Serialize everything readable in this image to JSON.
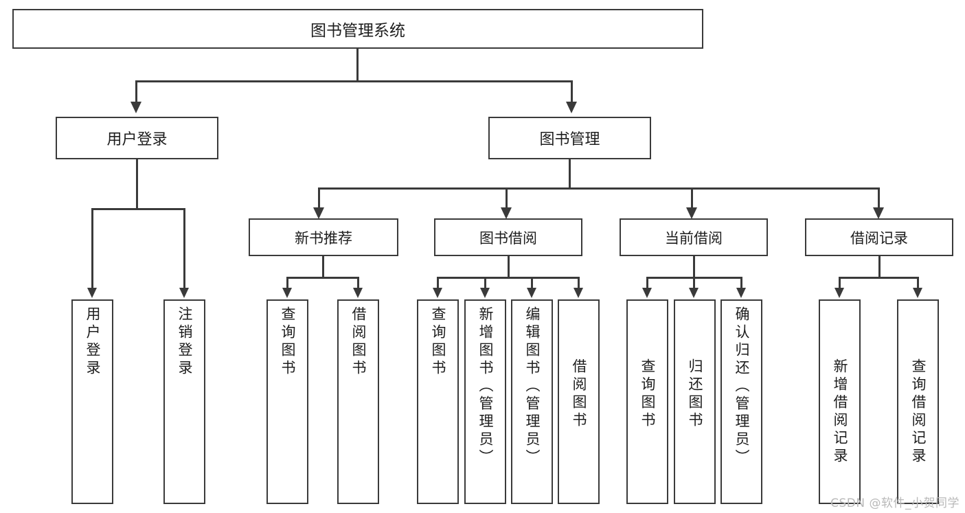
{
  "diagram": {
    "title": "图书管理系统",
    "type": "tree-hierarchy",
    "root": {
      "label": "图书管理系统"
    },
    "level2": [
      {
        "label": "用户登录"
      },
      {
        "label": "图书管理"
      }
    ],
    "level3": [
      {
        "label": "新书推荐"
      },
      {
        "label": "图书借阅"
      },
      {
        "label": "当前借阅"
      },
      {
        "label": "借阅记录"
      }
    ],
    "leaves": {
      "user_login": [
        {
          "label": "用户登录"
        },
        {
          "label": "注销登录"
        }
      ],
      "new_book_recommend": [
        {
          "label": "查询图书"
        },
        {
          "label": "借阅图书"
        }
      ],
      "book_borrow": [
        {
          "label": "查询图书"
        },
        {
          "label": "新增图书（管理员）"
        },
        {
          "label": "编辑图书（管理员）"
        },
        {
          "label": "借阅图书"
        }
      ],
      "current_borrow": [
        {
          "label": "查询图书"
        },
        {
          "label": "归还图书"
        },
        {
          "label": "确认归还（管理员）"
        }
      ],
      "borrow_records": [
        {
          "label": "新增借阅记录"
        },
        {
          "label": "查询借阅记录"
        }
      ]
    }
  },
  "watermark": {
    "text": "CSDN @软件_小贺同学"
  },
  "colors": {
    "stroke": "#3a3a3a",
    "text": "#1d1d1d",
    "background": "#ffffff",
    "watermark": "#b9b9b9"
  }
}
